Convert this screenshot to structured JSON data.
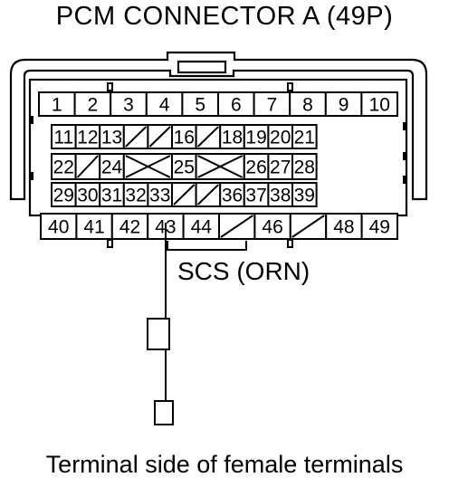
{
  "title": "PCM CONNECTOR A (49P)",
  "wire_label": "SCS (ORN)",
  "caption": "Terminal side of female terminals",
  "colors": {
    "line": "#000000",
    "background": "#ffffff"
  },
  "rows": [
    {
      "cells": [
        {
          "label": "1"
        },
        {
          "label": "2"
        },
        {
          "label": "3"
        },
        {
          "label": "4"
        },
        {
          "label": "5"
        },
        {
          "label": "6"
        },
        {
          "label": "7"
        },
        {
          "label": "8"
        },
        {
          "label": "9"
        },
        {
          "label": "10"
        }
      ]
    },
    {
      "cells": [
        {
          "label": "11"
        },
        {
          "label": "12"
        },
        {
          "label": "13"
        },
        {
          "label": "",
          "mark": "slash"
        },
        {
          "label": "",
          "mark": "slash"
        },
        {
          "label": "16"
        },
        {
          "label": "",
          "mark": "slash"
        },
        {
          "label": "18"
        },
        {
          "label": "19"
        },
        {
          "label": "20"
        },
        {
          "label": "21"
        }
      ]
    },
    {
      "cells": [
        {
          "label": "22"
        },
        {
          "label": "",
          "mark": "slash"
        },
        {
          "label": "24"
        },
        {
          "label": "",
          "mark": "cross",
          "span": 2
        },
        {
          "label": "25"
        },
        {
          "label": "",
          "mark": "cross",
          "span": 2
        },
        {
          "label": "26"
        },
        {
          "label": "27"
        },
        {
          "label": "28"
        }
      ]
    },
    {
      "cells": [
        {
          "label": "29"
        },
        {
          "label": "30"
        },
        {
          "label": "31"
        },
        {
          "label": "32"
        },
        {
          "label": "33"
        },
        {
          "label": "",
          "mark": "slash"
        },
        {
          "label": "",
          "mark": "slash"
        },
        {
          "label": "36"
        },
        {
          "label": "37"
        },
        {
          "label": "38"
        },
        {
          "label": "39"
        }
      ]
    },
    {
      "cells": [
        {
          "label": "40"
        },
        {
          "label": "41"
        },
        {
          "label": "42"
        },
        {
          "label": "43"
        },
        {
          "label": "44"
        },
        {
          "label": "",
          "mark": "slash"
        },
        {
          "label": "46"
        },
        {
          "label": "",
          "mark": "slash"
        },
        {
          "label": "48"
        },
        {
          "label": "49"
        }
      ]
    }
  ],
  "probe_terminal": "43"
}
